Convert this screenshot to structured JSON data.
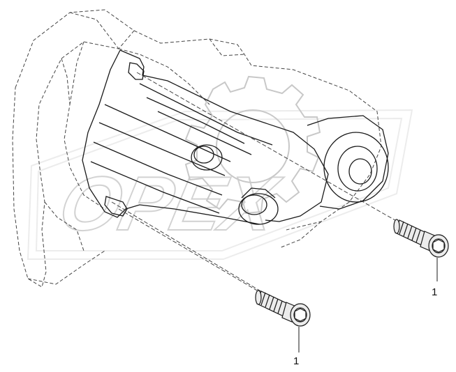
{
  "diagram": {
    "callouts": [
      {
        "part": "bolt",
        "label": "1"
      },
      {
        "part": "bolt",
        "label": "1"
      }
    ],
    "watermark_icon": "opex-gear-watermark",
    "colors": {
      "ink": "#1a1a1a",
      "dashed": "#444444",
      "bolt_fill": "#ececec",
      "watermark": "#c8c8c8"
    }
  }
}
